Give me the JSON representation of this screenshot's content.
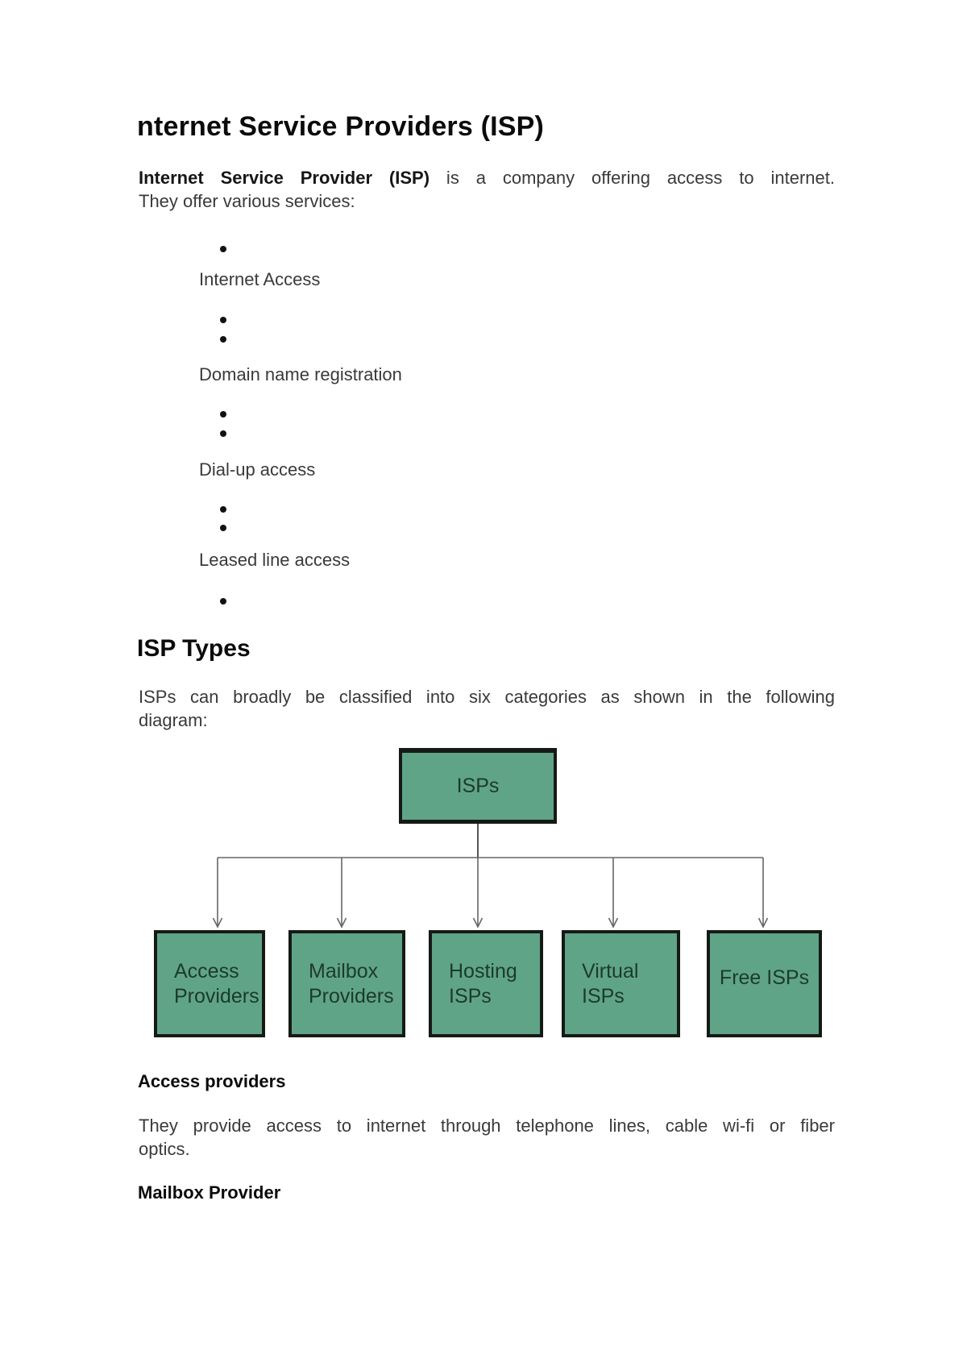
{
  "doc": {
    "title": "nternet Service Providers (ISP)",
    "intro": {
      "bold_text": "Internet Service Provider (ISP)",
      "line1_rest": " is a company offering access to internet.",
      "line2": "They offer various services:"
    },
    "services": [
      "Internet Access",
      "Domain name registration",
      "Dial-up access",
      "Leased line access"
    ],
    "isp_types": {
      "heading": "ISP Types",
      "desc_line1": "ISPs can broadly be classified into six categories as shown in the following",
      "desc_line2": "diagram:"
    },
    "diagram": {
      "root_label": "ISPs",
      "children": [
        {
          "line1": "Access",
          "line2": "Providers"
        },
        {
          "line1": "Mailbox",
          "line2": "Providers"
        },
        {
          "line1": "Hosting",
          "line2": "ISPs"
        },
        {
          "line1": "Virtual",
          "line2": "ISPs"
        },
        {
          "line1": "Free ISPs",
          "line2": ""
        }
      ],
      "colors": {
        "box_fill": "#60a488",
        "box_border": "#161a16",
        "box_text": "#1c3a2b",
        "connector": "#666666"
      }
    },
    "access_section": {
      "heading": "Access providers",
      "body_line1": "They provide access to internet through telephone lines, cable wi-fi or fiber",
      "body_line2": "optics."
    },
    "mailbox_section": {
      "heading": "Mailbox Provider"
    }
  }
}
